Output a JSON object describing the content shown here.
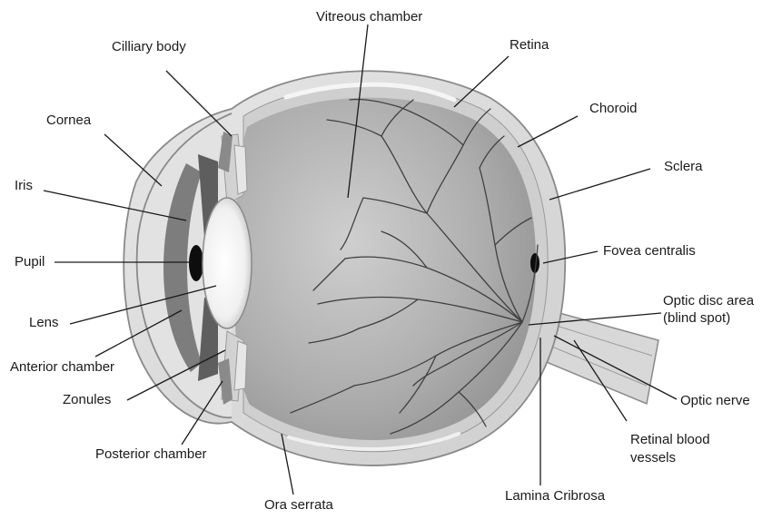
{
  "labels": {
    "vitreous_chamber": "Vitreous chamber",
    "ciliary_body": "Cilliary body",
    "retina": "Retina",
    "cornea": "Cornea",
    "choroid": "Choroid",
    "sclera": "Sclera",
    "iris": "Iris",
    "pupil": "Pupil",
    "fovea_centralis": "Fovea centralis",
    "optic_disc_line1": "Optic disc area",
    "optic_disc_line2": "(blind spot)",
    "lens": "Lens",
    "anterior_chamber": "Anterior chamber",
    "optic_nerve": "Optic nerve",
    "zonules": "Zonules",
    "retinal_vessels_line1": "Retinal blood",
    "retinal_vessels_line2": "vessels",
    "posterior_chamber": "Posterior chamber",
    "lamina_cribrosa": "Lamina Cribrosa",
    "ora_serrata": "Ora serrata"
  },
  "colors": {
    "sclera": "#dcdcdc",
    "sclera_edge": "#8a8a8a",
    "vitreous": "#a9a9a9",
    "vessel": "#3e3e3e",
    "iris": "#6a6a6a",
    "lens": "#f4f4f4",
    "label_text": "#1a1a1a"
  }
}
